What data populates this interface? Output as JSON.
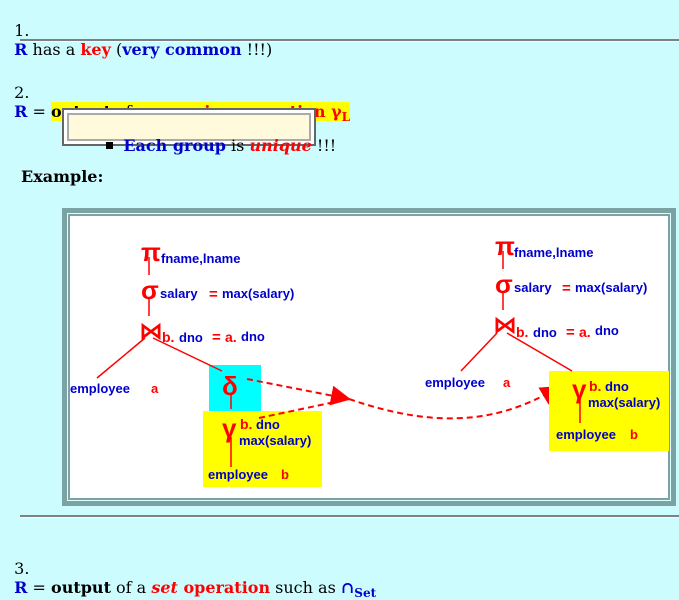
{
  "item1": {
    "number": "1.",
    "r": "R",
    "t1": " has a ",
    "key": "key",
    "t2": " (",
    "very_common": "very common",
    "t3": " !!!)"
  },
  "item2": {
    "number": "2.",
    "r": "R",
    "eq": " = ",
    "output": "output",
    "of_a": " of a ",
    "grouping": "grouping operation",
    "gamma": " γ",
    "sub_l": "L"
  },
  "callout": {
    "each_group": "Each group",
    "is": " is ",
    "unique": "unique",
    "bang": " !!!"
  },
  "example_label": "Example:",
  "figure": {
    "left": {
      "pi": "π",
      "pi_sub": "fname,lname",
      "sigma": "σ",
      "sigma_sub_a": "salary",
      "sigma_eq": "=",
      "sigma_sub_b": "max(salary)",
      "join": "⋈",
      "join_b": "b.",
      "join_dno1": "dno",
      "join_eq": "=",
      "join_a": "a.",
      "join_dno2": "dno",
      "employee": "employee",
      "a": "a",
      "delta": "δ",
      "gamma": "γ",
      "gamma_b": "b.",
      "gamma_dno": "dno",
      "gamma_max": "max(salary)",
      "employee_b": "employee",
      "b": "b"
    },
    "right": {
      "pi": "π",
      "pi_sub": "fname,lname",
      "sigma": "σ",
      "sigma_sub_a": "salary",
      "sigma_eq": "=",
      "sigma_sub_b": "max(salary)",
      "join": "⋈",
      "join_b": "b.",
      "join_dno1": "dno",
      "join_eq": "=",
      "join_a": "a.",
      "join_dno2": "dno",
      "employee": "employee",
      "a": "a",
      "gamma": "γ",
      "gamma_b": "b.",
      "gamma_dno": "dno",
      "gamma_max": "max(salary)",
      "employee_b": "employee",
      "b": "b"
    },
    "colors": {
      "red": "#ff0000",
      "blue": "#0000cc",
      "yellow": "#ffff00",
      "cyan": "#00ffff"
    }
  },
  "item3": {
    "number": "3.",
    "r": "R",
    "eq": " = ",
    "output": "output",
    "of_a": " of a ",
    "set": "set",
    "operation": " operation",
    "such_as": " such as ",
    "cap": "∩",
    "sub_set": "Set"
  }
}
